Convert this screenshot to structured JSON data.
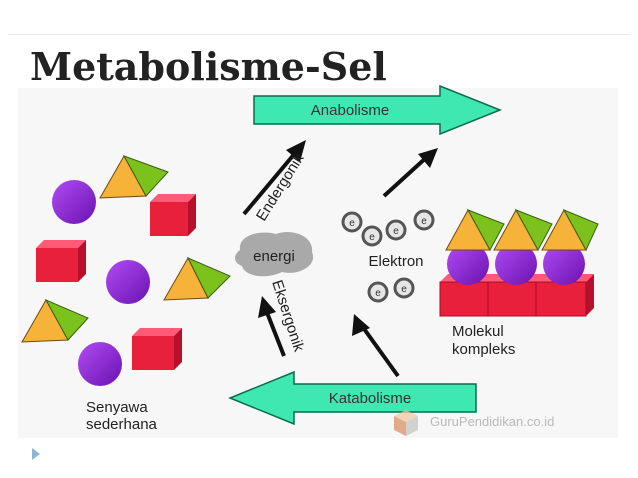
{
  "title": "Metabolisme-Sel",
  "diagram": {
    "anabolism_label": "Anabolisme",
    "catabolism_label": "Katabolisme",
    "endergonic_label": "Endergonik",
    "exergonic_label": "Eksergonik",
    "energy_label": "energi",
    "electron_label": "Elektron",
    "electron_symbol": "e",
    "complex_label_line1": "Molekul",
    "complex_label_line2": "kompleks",
    "simple_label_line1": "Senyawa",
    "simple_label_line2": "sederhana"
  },
  "watermark": "GuruPendidikan.co.id",
  "colors": {
    "arrow_fill": "#3ee8b0",
    "arrow_stroke": "#0d6b50",
    "sphere": "#8b1fd6",
    "cube_front": "#e8203c",
    "cube_top": "#ff5a76",
    "cube_side": "#b8102a",
    "triangle_light": "#f7b23a",
    "triangle_dark": "#7cc21c",
    "energy_blob": "#a9a9a9"
  }
}
